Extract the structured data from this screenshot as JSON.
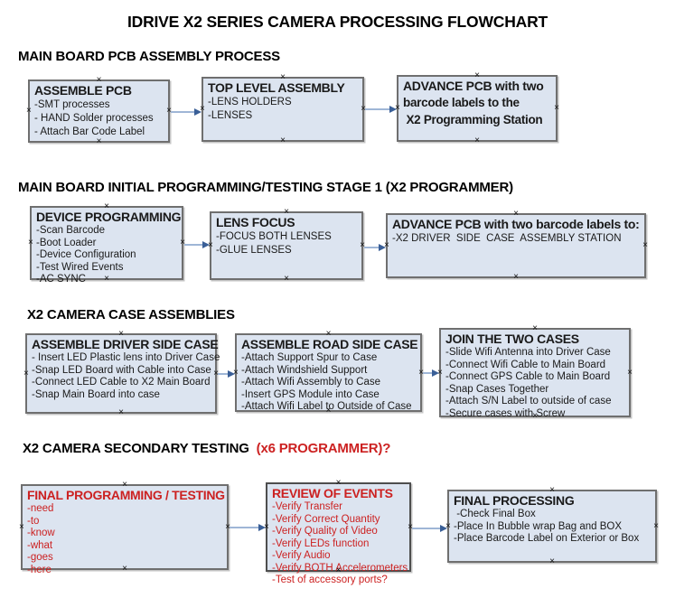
{
  "title": "IDRIVE X2  SERIES CAMERA PROCESSING FLOWCHART",
  "colors": {
    "box_fill": "#dce4f0",
    "box_border": "#6f6f6f",
    "arrow_line": "#9fb6d6",
    "arrow_head": "#3a5f97",
    "red_text": "#cc2121",
    "black_text": "#1a1a1a"
  },
  "sections": [
    {
      "heading": "MAIN BOARD PCB ASSEMBLY PROCESS",
      "boxes": [
        {
          "title": "ASSEMBLE PCB",
          "items": [
            "-SMT processes",
            "- HAND Solder processes",
            "- Attach Bar Code Label"
          ]
        },
        {
          "title": "TOP LEVEL ASSEMBLY",
          "items": [
            "-LENS HOLDERS",
            "-LENSES"
          ]
        },
        {
          "title": "ADVANCE PCB with two",
          "items": [
            "barcode labels to the",
            " X2 Programming Station"
          ]
        }
      ]
    },
    {
      "heading": "MAIN BOARD INITIAL PROGRAMMING/TESTING STAGE 1 (X2 PROGRAMMER)",
      "boxes": [
        {
          "title": "DEVICE PROGRAMMING",
          "items": [
            "-Scan Barcode",
            "-Boot Loader",
            "-Device Configuration",
            "-Test Wired Events",
            "-AC SYNC"
          ]
        },
        {
          "title": "LENS FOCUS",
          "items": [
            "-FOCUS BOTH LENSES",
            "-GLUE LENSES"
          ]
        },
        {
          "title": "ADVANCE PCB with two barcode labels to:",
          "items": [
            "-X2 DRIVER  SIDE  CASE  ASSEMBLY STATION"
          ]
        }
      ]
    },
    {
      "heading": "X2 CAMERA CASE ASSEMBLIES",
      "boxes": [
        {
          "title": "ASSEMBLE DRIVER SIDE CASE",
          "items": [
            "- Insert LED Plastic lens into Driver Case",
            "-Snap LED Board with Cable into Case",
            "-Connect LED Cable to X2 Main Board",
            "-Snap Main Board into case"
          ]
        },
        {
          "title": "ASSEMBLE ROAD SIDE CASE",
          "items": [
            "-Attach Support Spur to Case",
            "-Attach Windshield Support",
            "-Attach Wifi Assembly to Case",
            "-Insert GPS Module into Case",
            "-Attach Wifi Label to Outside of Case"
          ]
        },
        {
          "title": "JOIN THE TWO CASES",
          "items": [
            "-Slide Wifi Antenna into Driver Case",
            "-Connect Wifi Cable to Main Board",
            "-Connect GPS Cable to Main Board",
            "-Snap Cases Together",
            "-Attach S/N Label to outside of case",
            "-Secure cases with Screw"
          ]
        }
      ]
    },
    {
      "heading": "X2 CAMERA SECONDARY TESTING ",
      "heading_suffix": " (x6 PROGRAMMER)?",
      "boxes": [
        {
          "title": "FINAL PROGRAMMING / TESTING",
          "items": [
            "-need",
            "-to",
            "-know",
            "-what",
            "-goes",
            "-here"
          ]
        },
        {
          "title": "REVIEW OF EVENTS",
          "items": [
            "-Verify Transfer",
            "-Verify Correct Quantity",
            "-Verify Quality of Video",
            "-Verify LEDs function",
            "-Verify Audio",
            "-Verify BOTH Accelerometers",
            "-Test of accessory ports?"
          ]
        },
        {
          "title": "FINAL PROCESSING",
          "items": [
            " -Check Final Box",
            "-Place In Bubble wrap Bag and BOX",
            "-Place Barcode Label on Exterior or Box"
          ]
        }
      ]
    }
  ]
}
